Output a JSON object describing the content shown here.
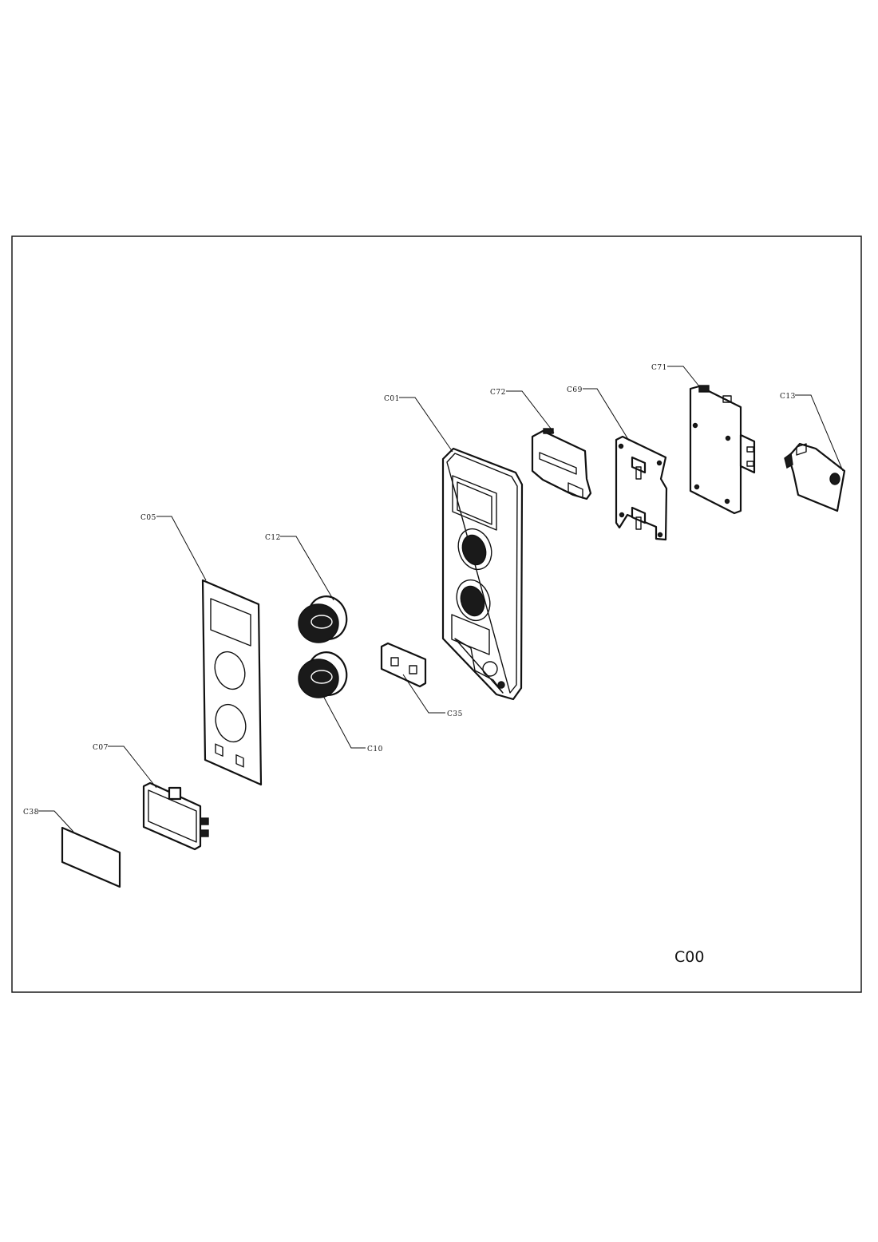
{
  "sheet_id": "C00",
  "parts": [
    {
      "id": "C01"
    },
    {
      "id": "C05"
    },
    {
      "id": "C07"
    },
    {
      "id": "C10"
    },
    {
      "id": "C12"
    },
    {
      "id": "C13"
    },
    {
      "id": "C35"
    },
    {
      "id": "C38"
    },
    {
      "id": "C69"
    },
    {
      "id": "C71"
    },
    {
      "id": "C72"
    }
  ]
}
